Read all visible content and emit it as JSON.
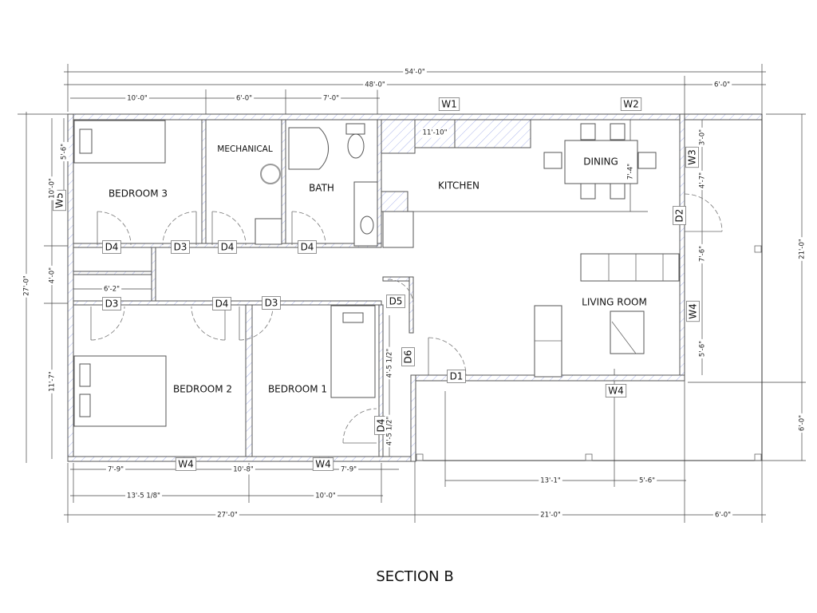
{
  "title": "SECTION B",
  "rooms": {
    "bedroom3": "BEDROOM 3",
    "mechanical": "MECHANICAL",
    "bath": "BATH",
    "kitchen": "KITCHEN",
    "dining": "DINING",
    "living": "LIVING ROOM",
    "bedroom2": "BEDROOM 2",
    "bedroom1": "BEDROOM 1"
  },
  "tags": {
    "w1": "W1",
    "w2": "W2",
    "w3": "W3",
    "w5": "W5",
    "w4_bed2": "W4",
    "w4_bed1": "W4",
    "w4_living_bottom": "W4",
    "w4_living_right": "W4",
    "d2": "D2",
    "d4_bed3": "D4",
    "d3_closet": "D3",
    "d4_mech": "D4",
    "d4_bath": "D4",
    "d3_hall": "D3",
    "d4_bed2": "D4",
    "d3_bed1": "D3",
    "d5": "D5",
    "d6": "D6",
    "d1": "D1",
    "d4_bed1_side": "D4"
  },
  "dimensions": {
    "overall_top": "54'-0\"",
    "main_top": "48'-0\"",
    "porch_top": "6'-0\"",
    "bed3_width": "10'-0\"",
    "mech_width": "6'-0\"",
    "bath_width": "7'-0\"",
    "counter": "11'-10\"",
    "dining_depth": "7'-4\"",
    "right_3": "3'-0\"",
    "right_4_7": "4'-7\"",
    "right_7_6": "7'-6\"",
    "right_5_6": "5'-6\"",
    "far_right_21": "21'-0\"",
    "far_right_6": "6'-0\"",
    "left_27": "27'-0\"",
    "left_10": "10'-0\"",
    "left_5_6": "5'-6\"",
    "left_4": "4'-0\"",
    "left_11_7": "11'-7\"",
    "hall_6_2": "6'-2\"",
    "bot_7_9a": "7'-9\"",
    "bot_10_8": "10'-8\"",
    "bot_7_9b": "7'-9\"",
    "bot_13_5": "13'-5 1/8\"",
    "bot_10": "10'-0\"",
    "bot_27": "27'-0\"",
    "porch_13_1": "13'-1\"",
    "porch_5_6": "5'-6\"",
    "porch_21": "21'-0\"",
    "porch_6": "6'-0\"",
    "hall_4_5a": "4'-5 1/2\"",
    "hall_4_5b": "4'-5 1/2\""
  }
}
